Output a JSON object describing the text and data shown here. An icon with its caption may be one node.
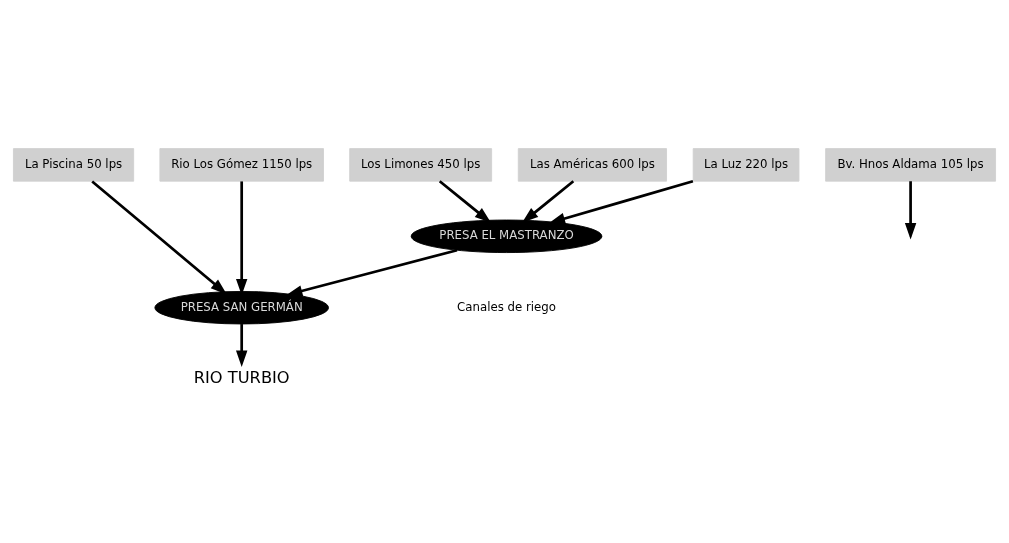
{
  "diagram": {
    "nodes": [
      {
        "text": [
          "La Piscina 50 lps"
        ]
      },
      {
        "text": [
          "Los Limones 450 lps"
        ]
      },
      {
        "text": [
          "Las Américas 600 lps"
        ]
      },
      {
        "text": [
          "La Luz 220 lps"
        ]
      },
      {
        "text": [
          "Bv. Hnos Aldama 105 lps"
        ]
      },
      {
        "text": [
          "Rio Los Gómez 1150 lps"
        ]
      },
      {
        "text": [
          "PRESA EL MASTRANZO"
        ]
      },
      {
        "text": [
          "PRESA SAN GERMÁN"
        ]
      },
      {
        "text": [
          "RIO TURBIO"
        ]
      }
    ],
    "edges": [
      {
        "from": 2,
        "to": 6,
        "arrow": "to"
      },
      {
        "from": 1,
        "to": 6,
        "arrow": "to"
      },
      {
        "from": 3,
        "to": 6,
        "arrow": "to"
      },
      {
        "from": 4,
        "to": null,
        "arrow": "to"
      },
      {
        "from": 6,
        "to": 7,
        "arrow": "to"
      },
      {
        "from": 0,
        "to": 7,
        "arrow": "to"
      },
      {
        "from": 5,
        "to": 7,
        "arrow": "to"
      },
      {
        "from": 7,
        "to": 8,
        "arrow": "to"
      }
    ],
    "labels": [
      "Canales de riego"
    ]
  }
}
